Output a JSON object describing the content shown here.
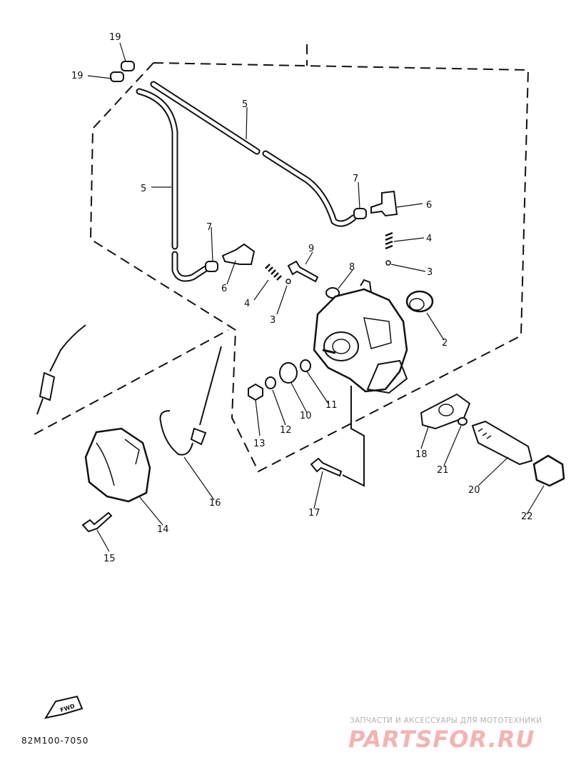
{
  "diagram": {
    "part_labels": [
      "19",
      "19",
      "5",
      "5",
      "7",
      "6",
      "7",
      "6",
      "9",
      "8",
      "4",
      "3",
      "4",
      "3",
      "2",
      "10",
      "11",
      "12",
      "13",
      "18",
      "21",
      "20",
      "22",
      "16",
      "14",
      "15",
      "17"
    ],
    "front_marker": "FWD",
    "drawing_code": "82M100-7050"
  },
  "watermark": {
    "tagline": "ЗАПЧАСТИ И АКСЕССУАРЫ ДЛЯ МОТОТЕХНИКИ",
    "brand": "PARTSFOR.RU"
  },
  "colors": {
    "ink": "#111111",
    "watermark_red": "#f4b3b3",
    "watermark_gray": "#b3b3b3"
  }
}
